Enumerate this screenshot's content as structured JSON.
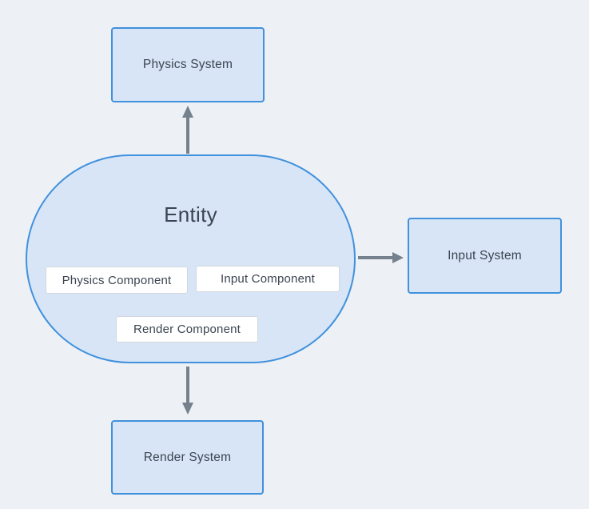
{
  "diagram": {
    "type": "entity-component-system-architecture",
    "entity": {
      "label": "Entity",
      "components": [
        {
          "id": "physics_component",
          "label": "Physics Component"
        },
        {
          "id": "input_component",
          "label": "Input Component"
        },
        {
          "id": "render_component",
          "label": "Render Component"
        }
      ]
    },
    "systems": [
      {
        "id": "physics_system",
        "label": "Physics System",
        "position": "top"
      },
      {
        "id": "input_system",
        "label": "Input System",
        "position": "right"
      },
      {
        "id": "render_system",
        "label": "Render System",
        "position": "bottom"
      }
    ],
    "edges": [
      {
        "from": "entity",
        "to": "physics_system",
        "direction": "up"
      },
      {
        "from": "entity",
        "to": "input_system",
        "direction": "right"
      },
      {
        "from": "entity",
        "to": "render_system",
        "direction": "down"
      }
    ],
    "colors": {
      "background": "#edf1f6",
      "node_fill": "#d7e5f6",
      "node_border": "#4191dd",
      "component_fill": "#ffffff",
      "component_border": "#d3d7dc",
      "arrow": "#75818d",
      "text": "#3b4552"
    }
  },
  "nodes": {
    "entity": {
      "label": "Entity"
    },
    "physics_system": {
      "label": "Physics System"
    },
    "input_system": {
      "label": "Input System"
    },
    "render_system": {
      "label": "Render System"
    },
    "physics_component": {
      "label": "Physics Component"
    },
    "input_component": {
      "label": "Input Component"
    },
    "render_component": {
      "label": "Render Component"
    }
  }
}
